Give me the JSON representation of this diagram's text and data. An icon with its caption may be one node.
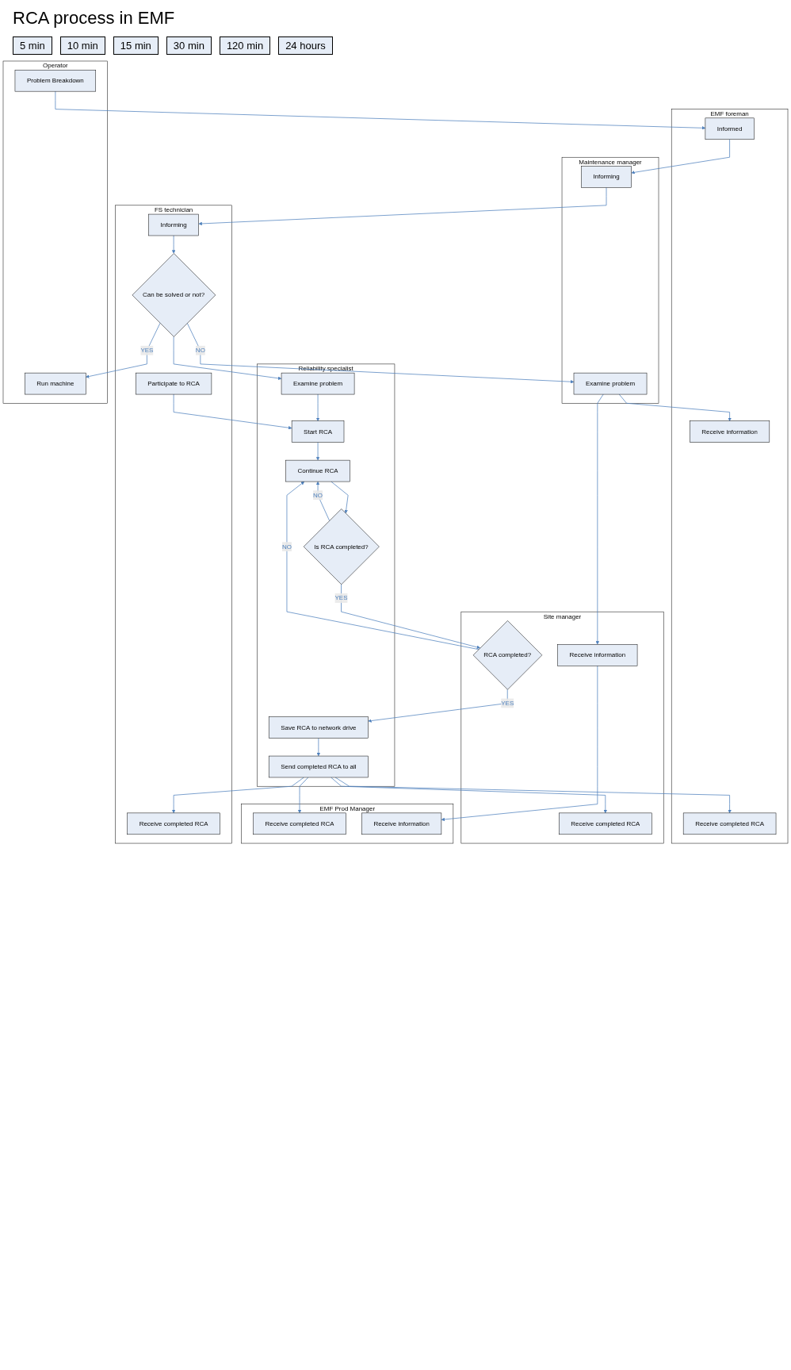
{
  "diagram": {
    "title": "RCA process in EMF",
    "nodes": [
      {
        "text": [
          "EMF Prod Manager"
        ]
      },
      {
        "text": [
          "EMF foreman"
        ]
      },
      {
        "text": [
          "Site manager"
        ]
      },
      {
        "text": [
          "Reliability specialist"
        ]
      },
      {
        "text": [
          "Maintenance manager"
        ]
      },
      {
        "text": [
          "FS technician"
        ]
      },
      {
        "text": [
          "Operator"
        ]
      },
      {
        "text": [
          "Problem Breakdown"
        ],
        "in": 6
      },
      {
        "text": [
          "Informed"
        ],
        "in": 1
      },
      {
        "text": [
          "Informing"
        ],
        "in": 4
      },
      {
        "text": [
          "Informing"
        ],
        "in": 5
      },
      {
        "text": [
          "Can be solved or not?"
        ],
        "in": 5
      },
      {
        "text": [
          "Run machine"
        ],
        "in": 6
      },
      {
        "text": [
          "Examine problem"
        ],
        "in": 4
      },
      {
        "text": [
          "Examine problem"
        ],
        "in": 3
      },
      {
        "text": [
          "Receive information"
        ],
        "in": 2
      },
      {
        "text": [
          "Receive information"
        ],
        "in": 1
      },
      {
        "text": [
          "Receive information"
        ],
        "in": 0
      },
      {
        "text": [
          "Participate to RCA"
        ],
        "in": 5
      },
      {
        "text": [
          "Start RCA"
        ],
        "in": 3
      },
      {
        "text": [
          "Continue RCA"
        ],
        "in": 3
      },
      {
        "text": [
          "Is RCA completed?"
        ],
        "in": 3
      },
      {
        "text": [
          "RCA completed?"
        ],
        "in": 2
      },
      {
        "text": [
          "Save RCA to network drive"
        ],
        "in": 3
      },
      {
        "text": [
          "Send completed RCA to all"
        ],
        "in": 3
      },
      {
        "text": [
          "Receive completed RCA"
        ],
        "in": 0
      },
      {
        "text": [
          "Receive completed RCA"
        ],
        "in": 1
      },
      {
        "text": [
          "Receive completed RCA"
        ],
        "in": 2
      },
      {
        "text": [
          "Receive completed RCA"
        ],
        "in": 5
      }
    ],
    "edges": [
      {
        "from": 7,
        "to": 8,
        "arrow": "to"
      },
      {
        "from": 8,
        "to": 9,
        "arrow": "to"
      },
      {
        "from": 9,
        "to": 10,
        "arrow": "to"
      },
      {
        "from": 10,
        "to": 11,
        "arrow": "to"
      },
      {
        "from": 11,
        "to": 13,
        "arrow": "to",
        "label": "NO"
      },
      {
        "from": 11,
        "to": 14,
        "arrow": "to"
      },
      {
        "from": 11,
        "to": 12,
        "arrow": "to",
        "label": "YES"
      },
      {
        "from": 13,
        "to": 15,
        "arrow": "to"
      },
      {
        "from": 13,
        "to": 16,
        "arrow": "to"
      },
      {
        "from": 15,
        "to": 17,
        "arrow": "to"
      },
      {
        "from": 14,
        "to": 19,
        "arrow": "to"
      },
      {
        "from": 18,
        "to": 19,
        "arrow": "to"
      },
      {
        "from": 19,
        "to": 20,
        "arrow": "to"
      },
      {
        "from": 20,
        "to": 21,
        "arrow": "to"
      },
      {
        "from": 21,
        "to": 22,
        "arrow": "to",
        "label": "YES"
      },
      {
        "from": 21,
        "to": 20,
        "arrow": "to",
        "label": "NO"
      },
      {
        "from": 22,
        "to": 20,
        "arrow": "to",
        "label": "NO"
      },
      {
        "from": 22,
        "to": 23,
        "arrow": "to",
        "label": "YES"
      },
      {
        "from": 23,
        "to": 24,
        "arrow": "to"
      },
      {
        "from": 24,
        "to": 27,
        "arrow": "to"
      },
      {
        "from": 24,
        "to": 26,
        "arrow": "to"
      },
      {
        "from": 24,
        "to": 25,
        "arrow": "to"
      },
      {
        "from": 24,
        "to": 28,
        "arrow": "to"
      }
    ],
    "labels": [
      "5 min",
      "10 min",
      "15 min",
      "30 min",
      "120 min",
      "24 hours"
    ]
  }
}
